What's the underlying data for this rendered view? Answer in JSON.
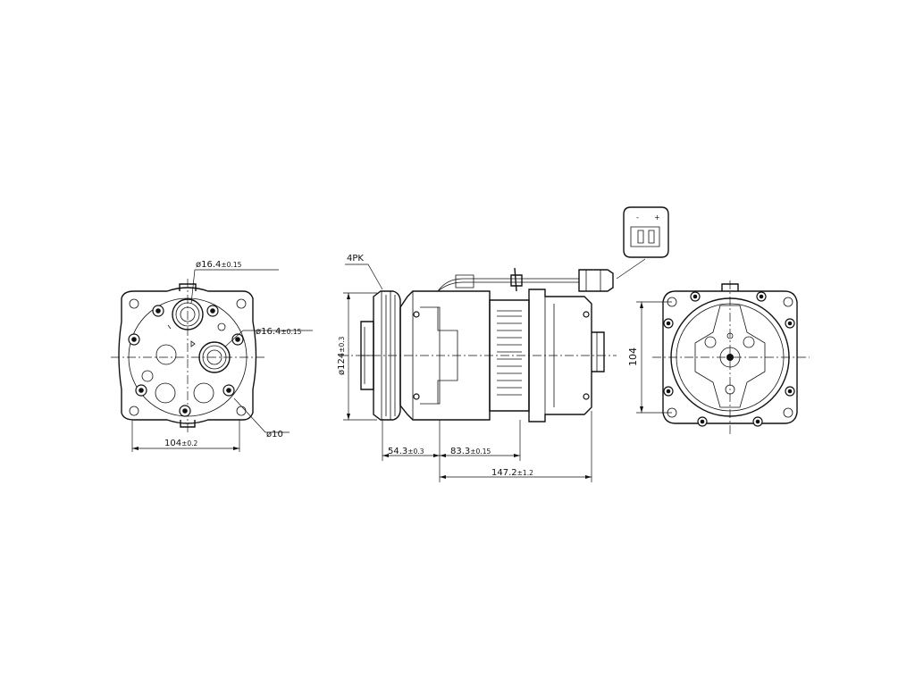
{
  "labels": {
    "port_dia_upper_main": "ø16.4",
    "port_dia_upper_tol": "±0.15",
    "port_dia_lower_main": "ø16.4",
    "port_dia_lower_tol": "±0.15",
    "hole_dia": "ø10",
    "rear_width_main": "104",
    "rear_width_tol": "±0.2",
    "pulley_type": "4PK",
    "pulley_dia_main": "ø124",
    "pulley_dia_tol": "±0.3",
    "len_a_main": "54.3",
    "len_a_tol": "±0.3",
    "len_b_main": "83.3",
    "len_b_tol": "±0.15",
    "len_total_main": "147.2",
    "len_total_tol": "±1.2",
    "front_height": "104",
    "connector_minus": "-",
    "connector_plus": "+"
  },
  "colors": {
    "line": "#111111",
    "background": "#ffffff"
  }
}
